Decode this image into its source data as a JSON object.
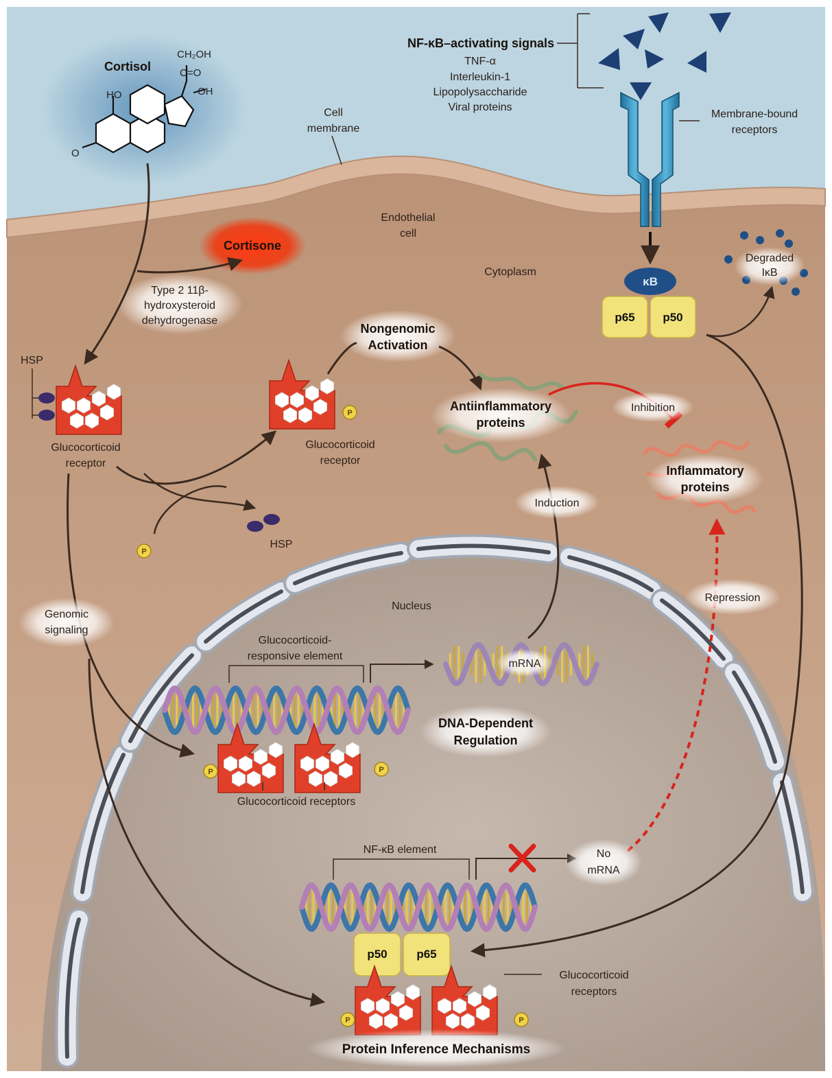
{
  "colors": {
    "extracellular": "#b9d3df",
    "cytoplasm": "#c9a286",
    "membrane": "#d8b49a",
    "receptor_red": "#e0402a",
    "subunit_yellow": "#f1e27a",
    "ikb_blue": "#1f4f86",
    "arrow": "#3a2a20",
    "repression_red": "#d8241c",
    "nucleus": "#b9aba0",
    "envelope": "#a3a9b3"
  },
  "icons": {
    "receptor_complex": "glucocorticoid-receptor-icon",
    "phosphate": "phosphate-icon",
    "hsp": "hsp-icon",
    "dna": "dna-helix-icon",
    "protein": "protein-coil-icon",
    "blocked": "red-x-icon"
  },
  "labels": {
    "cortisol": "Cortisol",
    "ch2oh": "CH₂OH",
    "c_eq_o": "C=O",
    "oh": "OH",
    "ho": "HO",
    "o": "O",
    "cell_membrane": [
      "Cell",
      "membrane"
    ],
    "cortisone": "Cortisone",
    "enzyme": [
      "Type 2 11β-",
      "hydroxysteroid",
      "dehydrogenase"
    ],
    "endothelial_cell": [
      "Endothelial",
      "cell"
    ],
    "cytoplasm": "Cytoplasm",
    "nfkb_signals_title": "NF-κB–activating signals",
    "nfkb_signals": [
      "TNF-α",
      "Interleukin-1",
      "Lipopolysaccharide",
      "Viral proteins"
    ],
    "membrane_receptors": [
      "Membrane-bound",
      "receptors"
    ],
    "degraded_ikb": [
      "Degraded",
      "IκB"
    ],
    "kb": "κB",
    "p65": "p65",
    "p50": "p50",
    "hsp": "HSP",
    "gr_left": [
      "Glucocorticoid",
      "receptor"
    ],
    "gr_mid": [
      "Glucocorticoid",
      "receptor"
    ],
    "nongenomic": [
      "Nongenomic",
      "Activation"
    ],
    "antiinflammatory": [
      "Antiinflammatory",
      "proteins"
    ],
    "inhibition": "Inhibition",
    "inflammatory": [
      "Inflammatory",
      "proteins"
    ],
    "induction": "Induction",
    "repression": "Repression",
    "genomic_signaling": [
      "Genomic",
      "signaling"
    ],
    "nucleus": "Nucleus",
    "gre": [
      "Glucocorticoid-",
      "responsive element"
    ],
    "mrna": "mRNA",
    "dna_dependent": [
      "DNA-Dependent",
      "Regulation"
    ],
    "gr_plural": "Glucocorticoid receptors",
    "nfkb_element": "NF-κB element",
    "no_mrna": [
      "No",
      "mRNA"
    ],
    "gr_plural_bottom": [
      "Glucocorticoid",
      "receptors"
    ],
    "protein_mechanisms": "Protein Inference Mechanisms",
    "p": "P"
  }
}
